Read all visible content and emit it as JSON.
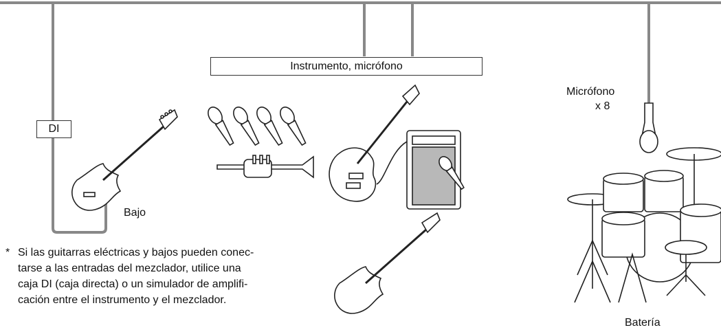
{
  "labels": {
    "instrument_mic": "Instrumento, micrófono",
    "di": "DI",
    "bass": "Bajo",
    "mic": "Micrófono",
    "mic_count": "x 8",
    "drums": "Batería"
  },
  "note": {
    "asterisk": "*",
    "lines": [
      "Si las guitarras eléctricas y bajos pueden conec-",
      "tarse a las entradas del mezclador, utilice una",
      "caja DI (caja directa) o un simulador de amplifi-",
      "cación entre el instrumento y el mezclador."
    ]
  }
}
